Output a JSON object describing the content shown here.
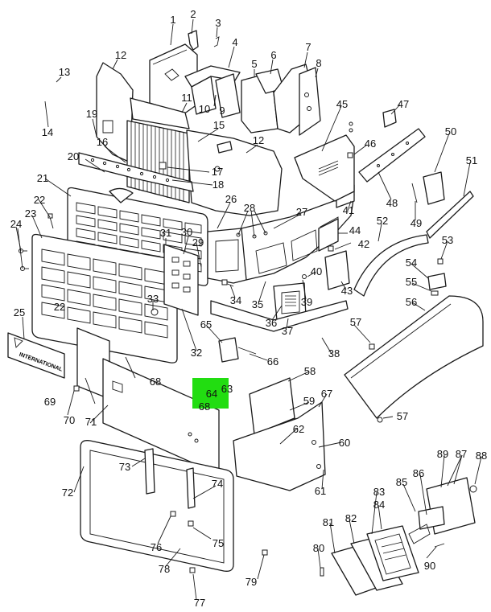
{
  "diagram": {
    "highlight": {
      "color": "#22dd11",
      "labels": [
        "64",
        "63",
        "68"
      ]
    },
    "callouts": [
      "1",
      "2",
      "3",
      "4",
      "5",
      "6",
      "7",
      "8",
      "9",
      "10",
      "11",
      "12",
      "12",
      "13",
      "14",
      "15",
      "16",
      "17",
      "18",
      "19",
      "20",
      "21",
      "22",
      "22",
      "23",
      "24",
      "25",
      "26",
      "27",
      "28",
      "29",
      "30",
      "31",
      "32",
      "33",
      "34",
      "35",
      "36",
      "37",
      "38",
      "39",
      "40",
      "41",
      "42",
      "43",
      "44",
      "45",
      "46",
      "47",
      "48",
      "49",
      "50",
      "51",
      "52",
      "53",
      "54",
      "55",
      "56",
      "57",
      "57",
      "58",
      "59",
      "60",
      "61",
      "62",
      "65",
      "66",
      "67",
      "68",
      "69",
      "70",
      "71",
      "72",
      "73",
      "74",
      "75",
      "76",
      "77",
      "78",
      "79",
      "80",
      "81",
      "82",
      "83",
      "84",
      "85",
      "86",
      "87",
      "88",
      "89",
      "90"
    ],
    "emblem_text": "INTERNATIONAL"
  }
}
